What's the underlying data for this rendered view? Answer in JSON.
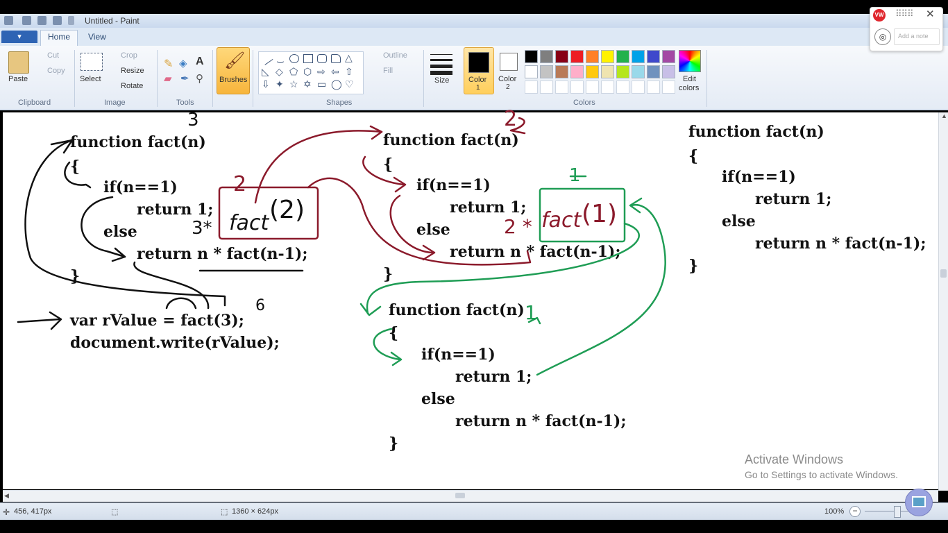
{
  "window": {
    "title": "Untitled - Paint"
  },
  "tabs": {
    "file": "▾",
    "home": "Home",
    "view": "View"
  },
  "ribbon": {
    "clipboard": {
      "paste": "Paste",
      "cut": "Cut",
      "copy": "Copy",
      "label": "Clipboard"
    },
    "image": {
      "select": "Select",
      "crop": "Crop",
      "resize": "Resize",
      "rotate": "Rotate",
      "label": "Image"
    },
    "tools": {
      "label": "Tools"
    },
    "brushes": {
      "label": "Brushes"
    },
    "shapes": {
      "outline": "Outline",
      "fill": "Fill",
      "label": "Shapes"
    },
    "size": {
      "label": "Size"
    },
    "color1": {
      "label1": "Color",
      "label2": "1"
    },
    "color2": {
      "label1": "Color",
      "label2": "2"
    },
    "colors": {
      "label": "Colors"
    },
    "edit_colors": {
      "label1": "Edit",
      "label2": "colors"
    },
    "palette_row1": [
      "#000000",
      "#7f7f7f",
      "#880015",
      "#ed1c24",
      "#ff7f27",
      "#fff200",
      "#22b14c",
      "#00a2e8",
      "#3f48cc",
      "#a349a4"
    ],
    "palette_row2": [
      "#ffffff",
      "#c3c3c3",
      "#b97a57",
      "#ffaec9",
      "#ffc90e",
      "#efe4b0",
      "#b5e61d",
      "#99d9ea",
      "#7092be",
      "#c8bfe7"
    ],
    "color1_value": "#000000",
    "color2_value": "#ffffff"
  },
  "canvas": {
    "block1": {
      "l1": "function fact(n)",
      "l2": "{",
      "l3": "if(n==1)",
      "l4": "return 1;",
      "l5": "else",
      "l6": "return n * fact(n-1);",
      "l7": "}",
      "l8": "var rValue = fact(3);",
      "l9": "document.write(rValue);"
    },
    "block2": {
      "l1": "function fact(n)",
      "l2": "{",
      "l3": "if(n==1)",
      "l4": "return 1;",
      "l5": "else",
      "l6": "return n * fact(n-1);",
      "l7": "}"
    },
    "block3": {
      "l1": "function fact(n)",
      "l2": "{",
      "l3": "if(n==1)",
      "l4": "return 1;",
      "l5": "else",
      "l6": "return n * fact(n-1);",
      "l7": "}"
    },
    "block4": {
      "l1": "function fact(n)",
      "l2": "{",
      "l3": "if(n==1)",
      "l4": "return 1;",
      "l5": "else",
      "l6": "return n * fact(n-1);",
      "l7": "}"
    },
    "annotations": {
      "n3": "3",
      "n2_top": "2",
      "n2_left": "2",
      "expr1_prefix": "3*",
      "expr1_func": "fact",
      "expr1_arg": "(2)",
      "n6": "6",
      "n1_top": "1",
      "expr2_prefix": "2 *",
      "expr2_func": "fact",
      "expr2_arg": "(1)",
      "n1_right": "1"
    }
  },
  "status": {
    "coords": "456, 417px",
    "size": "1360 × 624px",
    "zoom": "100%"
  },
  "watermark": {
    "line1": "Activate Windows",
    "line2": "Go to Settings to activate Windows."
  },
  "note_widget": {
    "logo": "VW",
    "placeholder": "Add a note"
  },
  "colors": {
    "red_ink": "#8b1a2b",
    "green_ink": "#1f9d55",
    "accent": "#2e64b4"
  }
}
